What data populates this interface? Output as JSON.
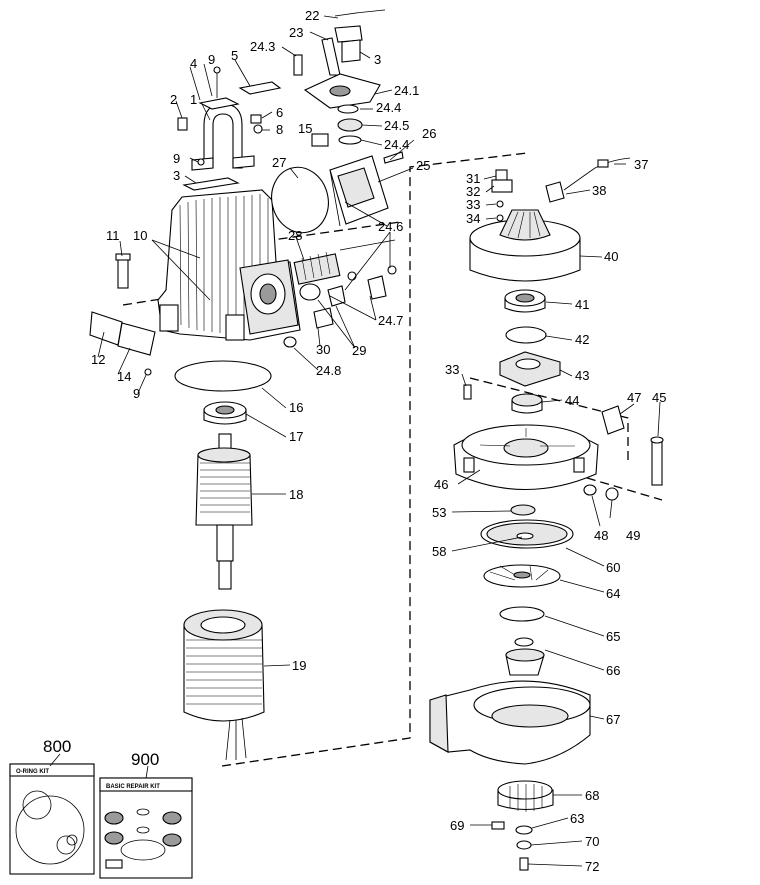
{
  "callouts": [
    "22",
    "23",
    "3",
    "24.3",
    "24.1",
    "9",
    "5",
    "4",
    "1",
    "24.4",
    "2",
    "6",
    "8",
    "24.5",
    "15",
    "24.4",
    "26",
    "9",
    "3",
    "27",
    "25",
    "37",
    "31",
    "32",
    "38",
    "33",
    "34",
    "11",
    "10",
    "28",
    "24.6",
    "40",
    "41",
    "42",
    "24.7",
    "12",
    "30",
    "29",
    "14",
    "9",
    "24.8",
    "16",
    "33",
    "43",
    "44",
    "47",
    "45",
    "17",
    "46",
    "18",
    "48",
    "49",
    "53",
    "58",
    "60",
    "64",
    "65",
    "66",
    "19",
    "67",
    "68",
    "69",
    "63",
    "70",
    "72"
  ],
  "kits": [
    {
      "number": "800",
      "card_title": "O-RING KIT"
    },
    {
      "number": "900",
      "card_title": "BASIC REPAIR KIT"
    }
  ],
  "colors": {
    "line": "#000000",
    "background": "#ffffff",
    "shade": "#9a9a9a"
  }
}
